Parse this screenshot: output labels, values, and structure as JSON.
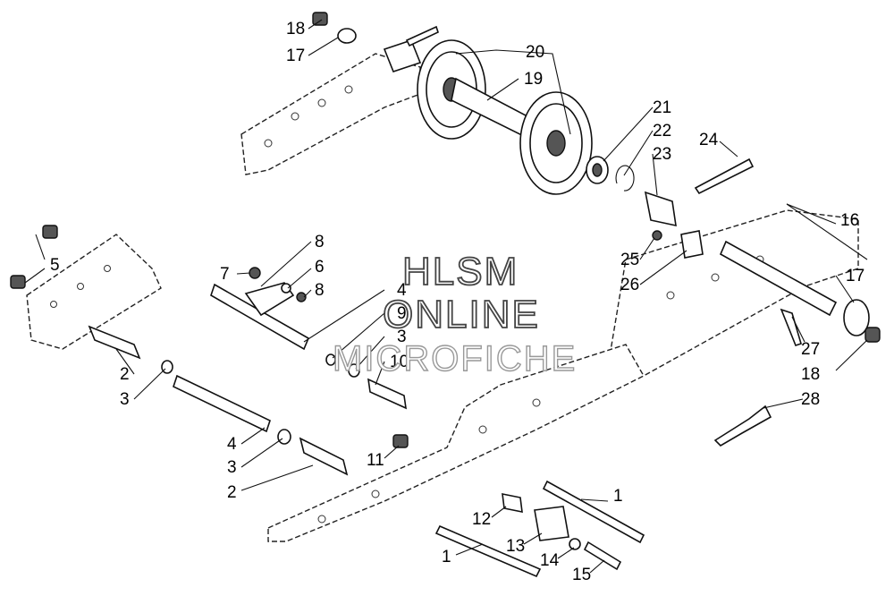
{
  "callouts": {
    "c1a": "1",
    "c1b": "1",
    "c2a": "2",
    "c2b": "2",
    "c3a": "3",
    "c3b": "3",
    "c3c": "3",
    "c4a": "4",
    "c4b": "4",
    "c5": "5",
    "c6": "6",
    "c7": "7",
    "c8a": "8",
    "c8b": "8",
    "c9": "9",
    "c10": "10",
    "c11": "11",
    "c12": "12",
    "c13": "13",
    "c14": "14",
    "c15": "15",
    "c16": "16",
    "c17a": "17",
    "c17b": "17",
    "c18a": "18",
    "c18b": "18",
    "c19": "19",
    "c20": "20",
    "c21": "21",
    "c22": "22",
    "c23": "23",
    "c24": "24",
    "c25": "25",
    "c26": "26",
    "c27": "27",
    "c28": "28"
  },
  "watermark": {
    "line1": "HLSM",
    "line2": "ONLINE",
    "line3": "MICROFICHE"
  }
}
